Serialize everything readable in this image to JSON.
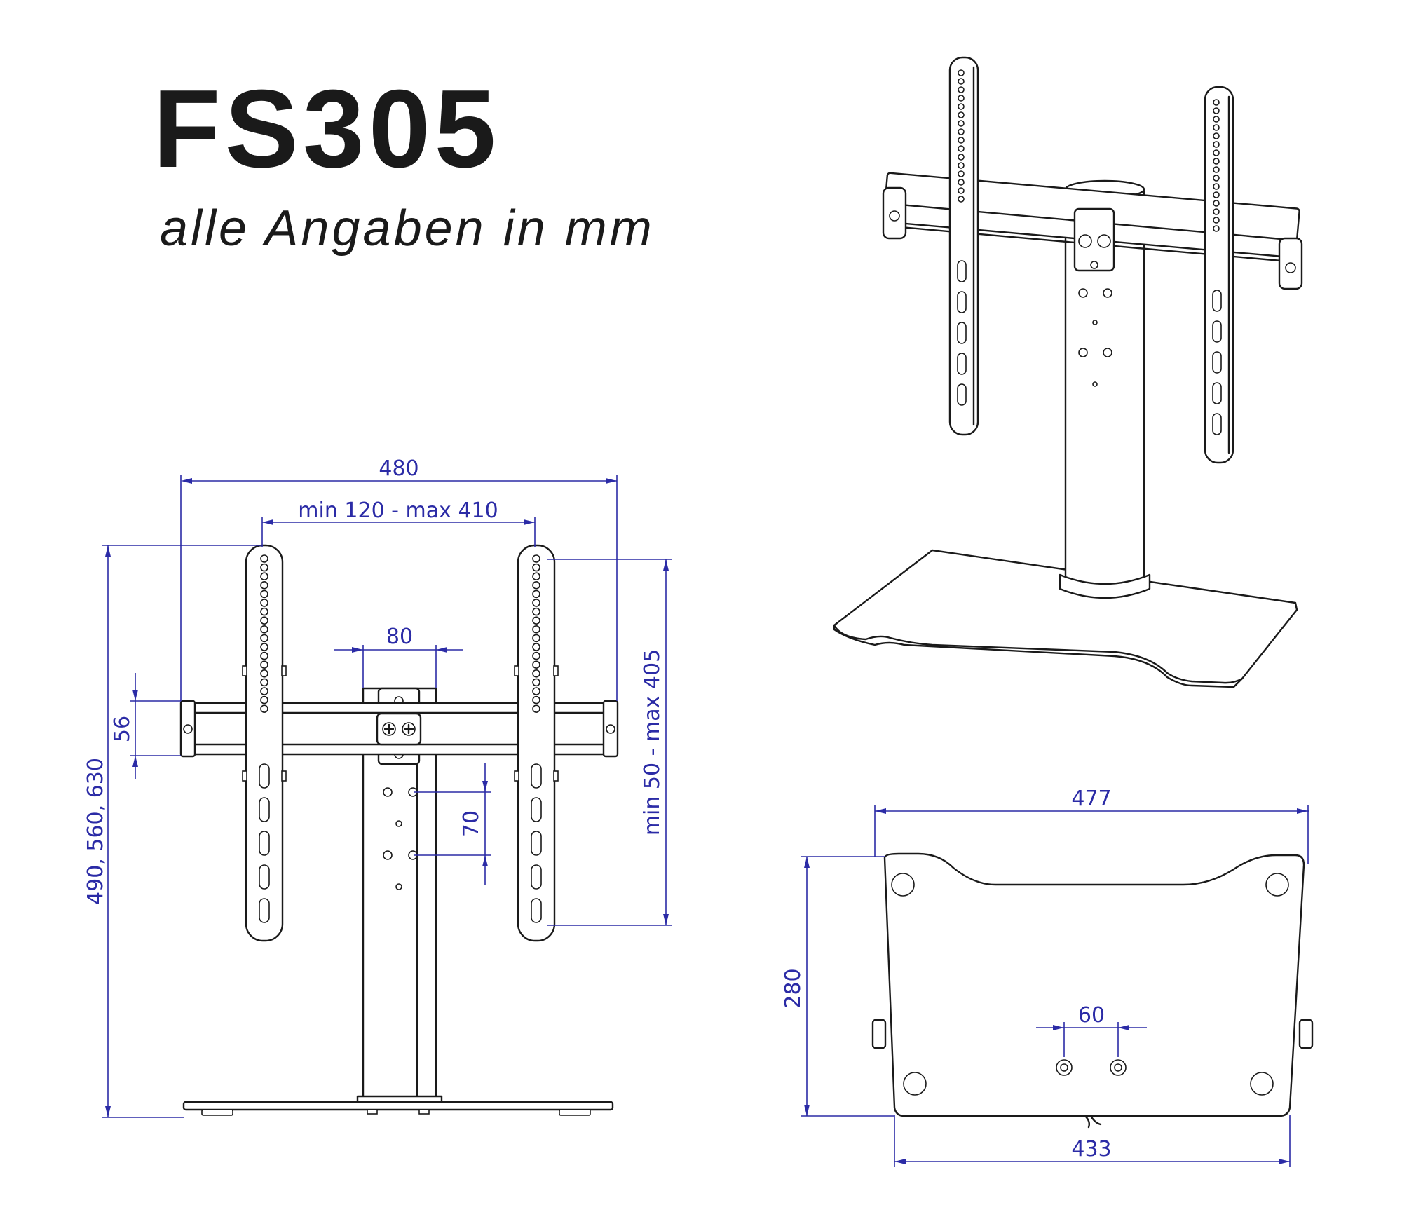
{
  "header": {
    "title": "FS305",
    "subtitle": "alle Angaben in mm"
  },
  "dimensions": {
    "front_width": "480",
    "vesa_horizontal": "min 120 - max 410",
    "column_width": "80",
    "crossbar_height": "56",
    "total_height": "490, 560, 630",
    "vesa_vertical": "min 50 - max 405",
    "column_hole_spacing": "70",
    "base_front_width": "477",
    "base_back_width": "433",
    "base_depth": "280",
    "base_hole_spacing": "60"
  },
  "colors": {
    "dimension_lines": "#2b2ba6",
    "drawing_lines": "#1a1a1a",
    "background": "#ffffff"
  }
}
